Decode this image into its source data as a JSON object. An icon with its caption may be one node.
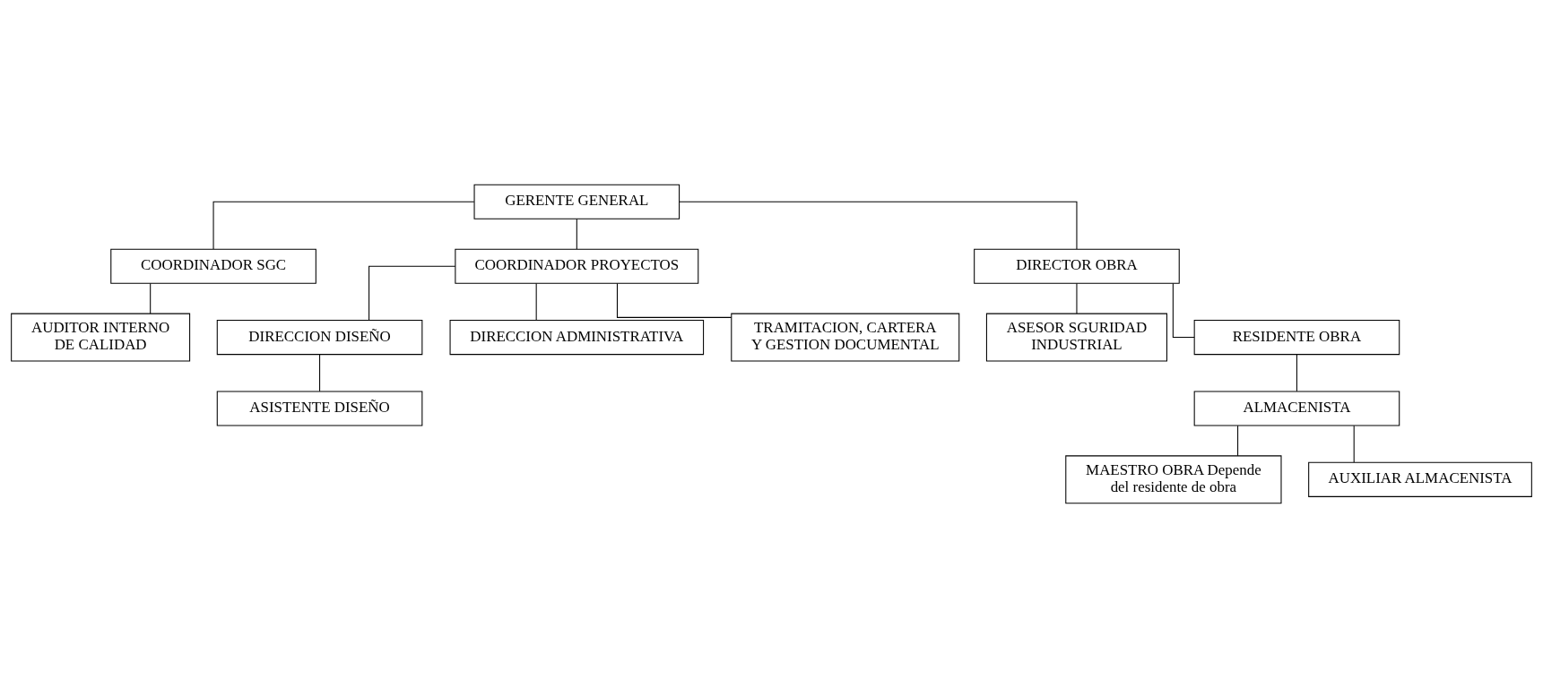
{
  "diagram": {
    "nodes": [
      {
        "text": [
          "GERENTE GENERAL"
        ]
      },
      {
        "text": [
          "COORDINADOR SGC"
        ]
      },
      {
        "text": [
          "AUDITOR INTERNO DE CALIDAD"
        ]
      },
      {
        "text": [
          "COORDINADOR PROYECTOS"
        ]
      },
      {
        "text": [
          "DIRECCION DISEÑO"
        ]
      },
      {
        "text": [
          "ASISTENTE DISEÑO"
        ]
      },
      {
        "text": [
          "DIRECCION ADMINISTRATIVA"
        ]
      },
      {
        "text": [
          "TRAMITACION, CARTERA Y GESTION DOCUMENTAL"
        ]
      },
      {
        "text": [
          "DIRECTOR OBRA"
        ]
      },
      {
        "text": [
          "ASESOR SGURIDAD INDUSTRIAL"
        ]
      },
      {
        "text": [
          "RESIDENTE OBRA"
        ]
      },
      {
        "text": [
          "ALMACENISTA"
        ]
      },
      {
        "text": [
          "MAESTRO OBRA Depende del residente de obra"
        ]
      },
      {
        "text": [
          "AUXILIAR ALMACENISTA"
        ]
      }
    ],
    "edges": [
      {
        "from": 0,
        "to": 1,
        "arrow": "none"
      },
      {
        "from": 0,
        "to": 3,
        "arrow": "none"
      },
      {
        "from": 0,
        "to": 8,
        "arrow": "none"
      },
      {
        "from": 1,
        "to": 2,
        "arrow": "none"
      },
      {
        "from": 3,
        "to": 4,
        "arrow": "none"
      },
      {
        "from": 4,
        "to": 5,
        "arrow": "none"
      },
      {
        "from": 3,
        "to": 6,
        "arrow": "none"
      },
      {
        "from": 3,
        "to": 7,
        "arrow": "none"
      },
      {
        "from": 8,
        "to": 9,
        "arrow": "none"
      },
      {
        "from": 8,
        "to": 10,
        "arrow": "none"
      },
      {
        "from": 10,
        "to": 11,
        "arrow": "none"
      },
      {
        "from": 11,
        "to": 12,
        "arrow": "none"
      },
      {
        "from": 11,
        "to": 13,
        "arrow": "none"
      }
    ]
  }
}
